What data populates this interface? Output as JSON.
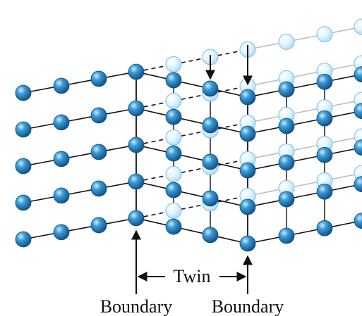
{
  "labels": {
    "twin": "Twin",
    "boundary_left": "Boundary",
    "boundary_right": "Boundary"
  },
  "colors": {
    "atom_fill": "#1f7fbf",
    "atom_fill_dark": "#0c4f83",
    "atom_highlight": "#b9e3ff",
    "ghost_fill": "#d4f0ff",
    "ghost_stroke": "#7bbfe3",
    "bond": "#111111",
    "ghost_bond": "#bcbcbc",
    "arrow": "#111111"
  }
}
